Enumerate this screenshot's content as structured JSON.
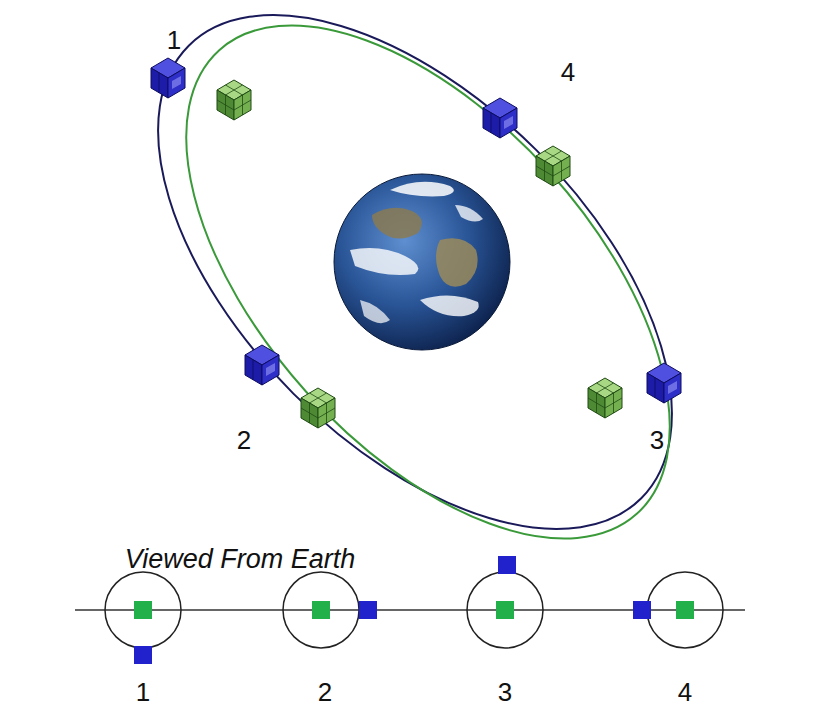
{
  "diagram": {
    "labels": [
      "1",
      "4",
      "2",
      "3",
      "Viewed From Earth",
      "1",
      "2",
      "3",
      "4"
    ]
  }
}
